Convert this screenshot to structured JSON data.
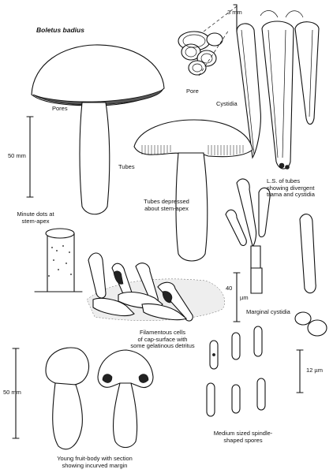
{
  "title": "Boletus badius",
  "labels": {
    "scale_3mm": "3 mm",
    "pores_top": "Pore",
    "cystidia_top": "Cystidia",
    "pores_cap": "Pores",
    "tubes": "Tubes",
    "scale_50mm_top": "50 mm",
    "tubes_depressed": "Tubes depressed\nabout stem-apex",
    "ls_tubes": "L.S. of tubes\nshowing divergent\ntrama and cystidia",
    "minute_dots": "Minute dots at\nstem-apex",
    "scale_40um": "40",
    "scale_40um_unit": "µm",
    "marginal_cystidia": "Marginal cystidia",
    "filamentous": "Filamentous cells\nof cap-surface with\nsome gelatinous detritus",
    "scale_12um": "12 µm",
    "scale_50mm_bottom": "50 mm",
    "spores": "Medium sized spindle-\nshaped spores",
    "young": "Young fruit-body with section\nshowing incurved margin"
  }
}
